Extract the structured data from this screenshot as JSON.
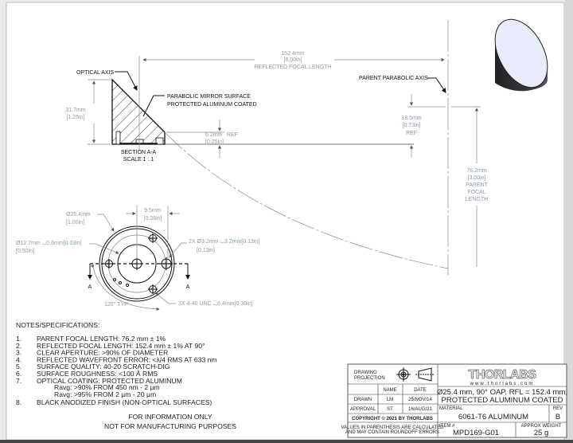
{
  "section": {
    "optical_axis": "OPTICAL AXIS",
    "mirror_surface_1": "PARABOLIC MIRROR SURFACE",
    "mirror_surface_2": "PROTECTED ALUMINUM COATED",
    "title": "SECTION A-A",
    "scale": "SCALE 1 : 1",
    "height_mm": "31.7mm",
    "height_in": "[1.25in]",
    "rfl_mm": "152.4mm",
    "rfl_in": "[6.00in]",
    "rfl_label": "REFLECTED FOCAL LENGTH",
    "edge_mm": "6.2mm",
    "edge_ref": "REF",
    "edge_in": "[0.25in]",
    "parent_axis": "PARENT PARABOLIC AXIS",
    "offset_mm": "18.5mm",
    "offset_in": "[0.73in]",
    "offset_ref": "REF",
    "pfl_mm": "76.2mm",
    "pfl_in": "[3.00in]",
    "pfl_l1": "PARENT",
    "pfl_l2": "FOCAL",
    "pfl_l3": "LENGTH"
  },
  "bottom_view": {
    "dia_mm": "Ø25.4mm",
    "dia_in": "[1.00in]",
    "recess": "Ø12.7mm ⌴0.6mm[0.03in]",
    "recess_in": "[0.50in]",
    "spacing_mm": "9.5mm",
    "spacing_in": "[0.38in]",
    "pin_holes": "2X  Ø3.2mm ⌴3.2mm[0.13in]",
    "pin_holes_in": "[0.13in]",
    "angle": "120° TYP",
    "tapped": "3X 4-40 UNC ⌴6.4mm[0.30in]",
    "section_mark": "A"
  },
  "notes": {
    "header": "NOTES/SPECIFICATIONS:",
    "items": [
      {
        "num": "1.",
        "text": "PARENT FOCAL LENGTH: 76.2 mm ± 1%"
      },
      {
        "num": "2.",
        "text": "REFLECTED FOCAL LENGTH: 152.4 mm ± 1% AT 90°"
      },
      {
        "num": "3.",
        "text": "CLEAR APERTURE: >90% OF DIAMETER"
      },
      {
        "num": "4.",
        "text": "REFLECTED WAVEFRONT ERROR: <λ/4 RMS AT 633 nm"
      },
      {
        "num": "5.",
        "text": "SURFACE QUALITY: 40-20 SCRATCH-DIG"
      },
      {
        "num": "6.",
        "text": "SURFACE ROUGHNESS: <100 Å RMS"
      },
      {
        "num": "7.",
        "text": "OPTICAL COATING: PROTECTED ALUMINUM"
      }
    ],
    "sub_items": [
      "Ravg: >90% FROM 450 nm - 2 µm",
      "Ravg: >95% FROM 2 µm - 20 µm"
    ],
    "last": {
      "num": "8.",
      "text": "BLACK ANODIZED FINISH (NON-OPTICAL SURFACES)"
    },
    "footer_1": "FOR INFORMATION ONLY",
    "footer_2": "NOT FOR MANUFACTURING PURPOSES"
  },
  "title_block": {
    "projection_1": "DRAWING",
    "projection_2": "PROJECTION",
    "name_h": "NAME",
    "date_h": "DATE",
    "drawn": "DRAWN",
    "drawn_name": "LM",
    "drawn_date": "25/NOV/14",
    "approval": "APPROVAL",
    "approval_name": "ST",
    "approval_date": "16/AUG/21",
    "copyright": "COPYRIGHT © 2021 BY THORLABS",
    "values_1": "VALUES IN PARENTHESIS ARE CALCULATED",
    "values_2": "AND MAY CONTAIN ROUNDOFF ERRORS",
    "logo": "THORLABS",
    "website": "www.thorlabs.com",
    "desc_1": "Ø25.4 mm, 90° OAP, RFL = 152.4 mm,",
    "desc_2": "PROTECTED ALUMINUM COATED",
    "material_label": "MATERIAL",
    "material": "6061-T6 ALUMINUM",
    "rev_label": "REV",
    "rev": "B",
    "item_label": "ITEM #",
    "item": "MPD169-G01",
    "weight_label": "APPROX WEIGHT",
    "weight": "25 g"
  }
}
